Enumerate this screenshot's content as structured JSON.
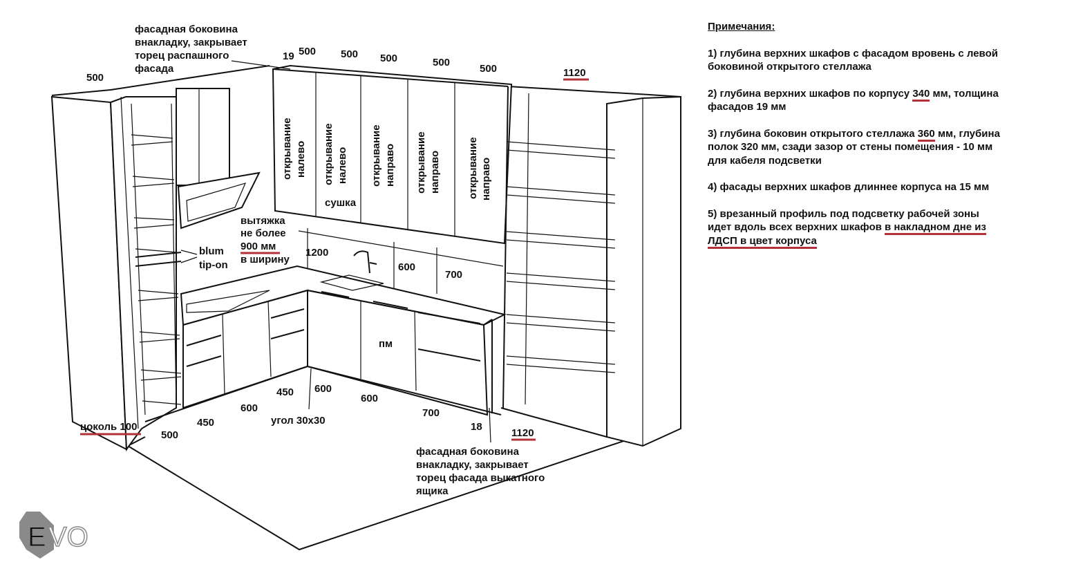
{
  "notes": {
    "title": "Примечания:",
    "items": [
      {
        "text": "1) глубина верхних шкафов с фасадом вровень с левой боковиной открытого стеллажа"
      },
      {
        "pre": "2) глубина верхних шкафов по корпусу ",
        "hl": "340",
        "post": " мм, толщина фасадов 19 мм"
      },
      {
        "pre": "3) глубина боковин открытого стеллажа ",
        "hl": "360",
        "post": " мм, глубина полок 320 мм, сзади зазор от стены помещения - 10 мм для кабеля подсветки"
      },
      {
        "text": "4) фасады верхних шкафов длиннее корпуса на 15 мм"
      },
      {
        "pre": "5) врезанный профиль под подсветку рабочей зоны идет вдоль всех верхних шкафов ",
        "hl": "в накладном дне из ЛДСП в цвет корпуса",
        "post": ""
      }
    ]
  },
  "labels": {
    "top_left_note": [
      "фасадная боковина",
      "внакладку, закрывает",
      "торец распашного",
      "фасада"
    ],
    "bottom_right_note": [
      "фасадная боковина",
      "внакладку, закрывает",
      "торец фасада выкатного",
      "ящика"
    ],
    "hood_note": [
      "вытяжка",
      "не более",
      "900 мм",
      "в ширину"
    ],
    "blum": [
      "blum",
      "tip-on"
    ],
    "plinth": "цоколь 100",
    "corner": "угол 30x30",
    "dryer": "сушка",
    "pm": "пм",
    "doors": [
      [
        "открывание",
        "налево"
      ],
      [
        "открывание",
        "налево"
      ],
      [
        "открывание",
        "направо"
      ],
      [
        "открывание",
        "направо"
      ],
      [
        "открывание",
        "направо"
      ]
    ]
  },
  "dimensions": {
    "top_left": "500",
    "upper_19": "19",
    "upper": [
      "500",
      "500",
      "500",
      "500",
      "500"
    ],
    "right_top": "1120",
    "right_bottom": "1120",
    "wall": [
      "1200",
      "600",
      "700"
    ],
    "base_left": [
      "500",
      "450",
      "600",
      "450"
    ],
    "base_right": [
      "600",
      "600",
      "700"
    ],
    "side_18": "18"
  },
  "logo": {
    "text": "EVO",
    "color": "#8a8a8a"
  },
  "colors": {
    "underline": "#b0313a"
  }
}
